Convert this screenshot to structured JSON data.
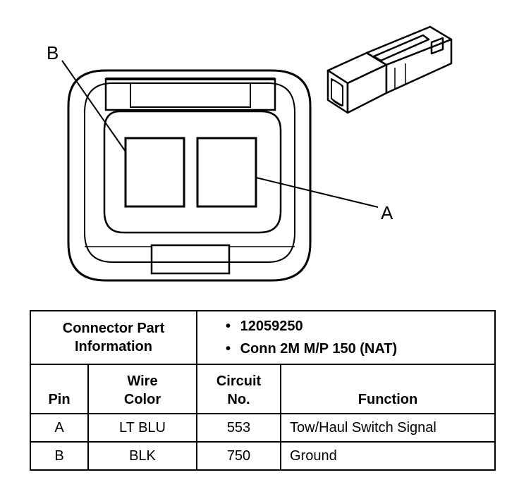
{
  "diagram": {
    "label_b": "B",
    "label_a": "A"
  },
  "table": {
    "part_info_heading_line1": "Connector Part",
    "part_info_heading_line2": "Information",
    "part_number": "12059250",
    "part_description": "Conn 2M M/P 150 (NAT)",
    "bullet": "•",
    "headers": {
      "pin": "Pin",
      "wire_color_line1": "Wire",
      "wire_color_line2": "Color",
      "circuit_line1": "Circuit",
      "circuit_line2": "No.",
      "function": "Function"
    },
    "rows": [
      {
        "pin": "A",
        "wire_color": "LT BLU",
        "circuit": "553",
        "function": "Tow/Haul Switch Signal"
      },
      {
        "pin": "B",
        "wire_color": "BLK",
        "circuit": "750",
        "function": "Ground"
      }
    ]
  }
}
